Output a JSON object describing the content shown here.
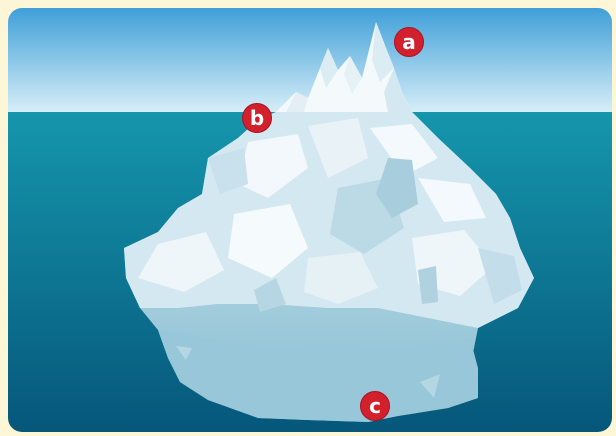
{
  "colors": {
    "sky_top": "#3f9fd8",
    "sky_bottom": "#d6eef8",
    "water_top": "#1596ad",
    "water_bottom": "#06577a",
    "ice_light": "#f4fafc",
    "ice_mid": "#c7e2ee",
    "ice_shadow": "#9bc6d8",
    "ice_underwater": "#8cc0d2",
    "marker": "#d3202d",
    "frame": "#fdf6d7"
  },
  "labels": {
    "a": "a",
    "b": "b",
    "c": "c"
  }
}
